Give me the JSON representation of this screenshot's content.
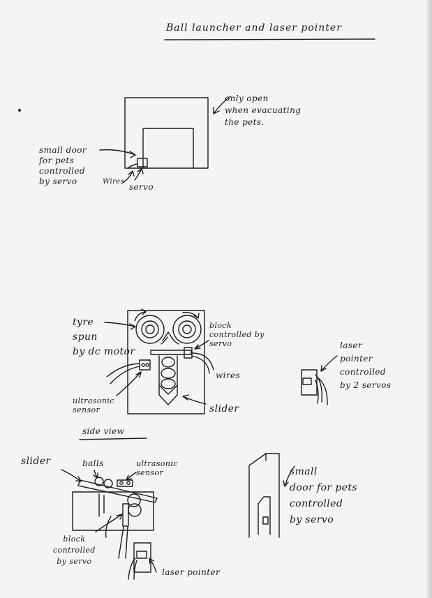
{
  "title": "Ball launcher and laser pointer",
  "top_diagram": {
    "note_open": "only open\nwhen evacuating\nthe pets.",
    "note_door": "small door\nfor pets\ncontrolled\nby servo",
    "note_wires": "Wires",
    "note_servo": "servo"
  },
  "launcher_diagram": {
    "tyre": "tyre\nspun\nby dc motor",
    "block": "block\ncontrolled by\nservo",
    "wires": "wires",
    "ultrasonic": "ultrasonic\nsensor",
    "slider": "slider"
  },
  "laser_diagram": {
    "label": "laser\npointer\ncontrolled\nby 2 servos"
  },
  "side_view": {
    "heading": "side view",
    "slider": "slider",
    "balls": "balls",
    "ultrasonic": "ultrasonic\nsensor",
    "block": "block\ncontrolled\nby servo",
    "laser": "laser pointer"
  },
  "small_door_diagram": {
    "label": "small\ndoor for pets\ncontrolled\nby servo"
  }
}
